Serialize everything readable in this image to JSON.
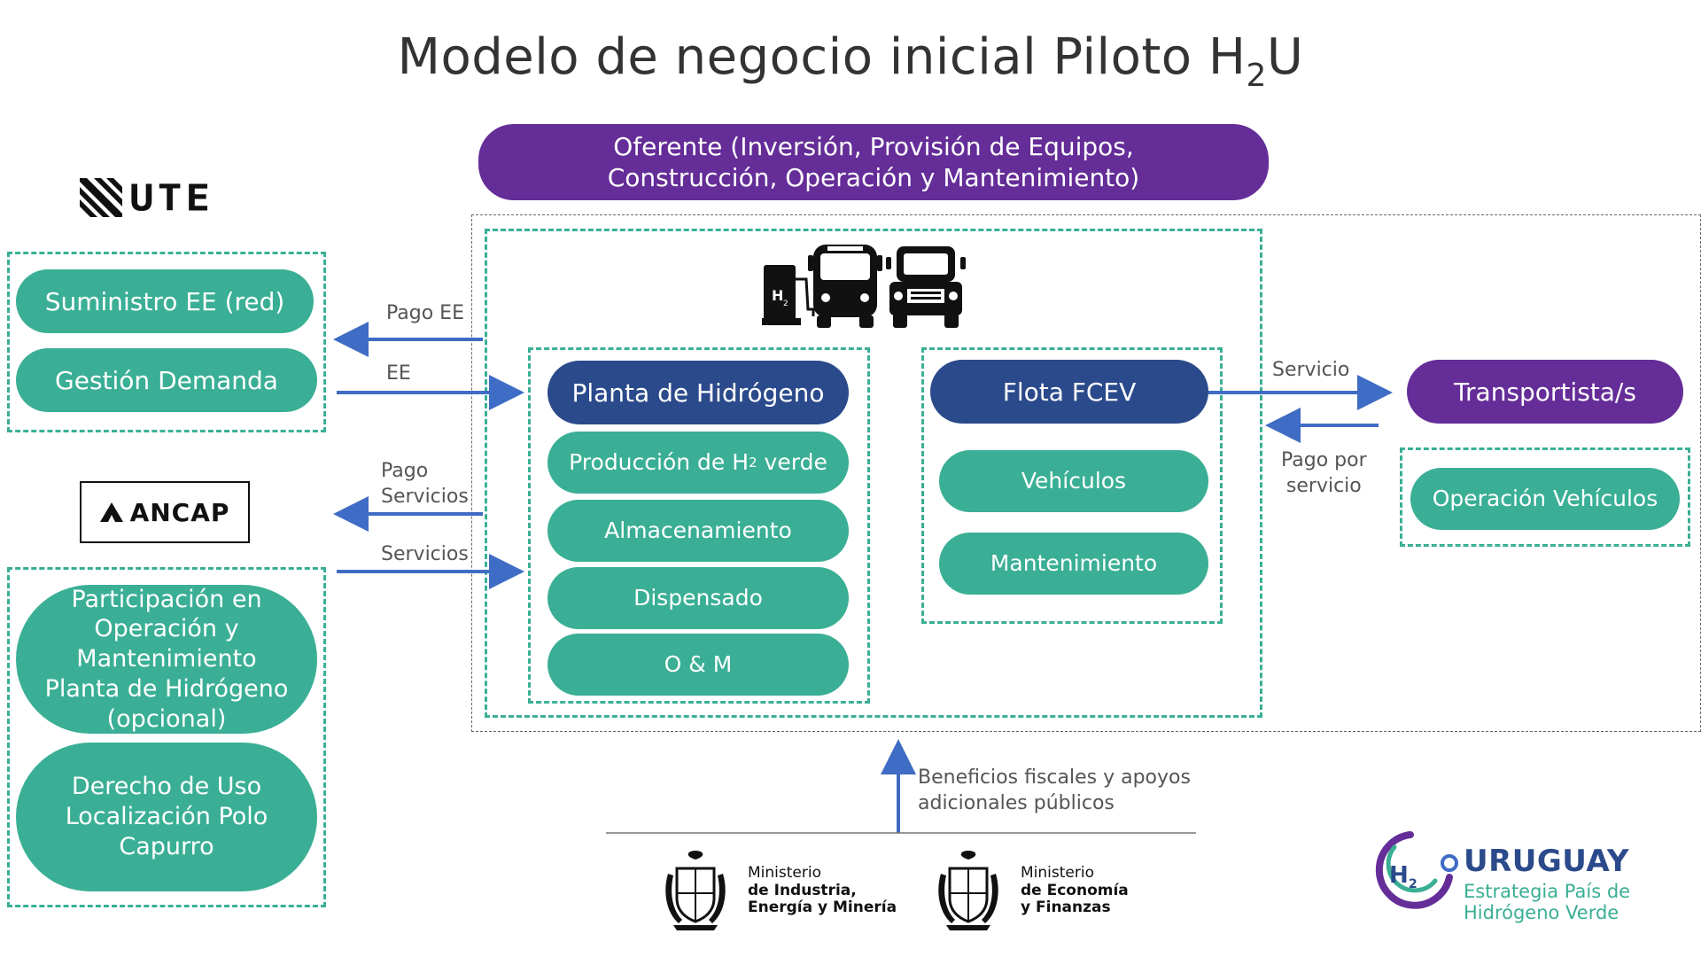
{
  "title": {
    "main": "Modelo de negocio inicial Piloto H",
    "sub": "2",
    "tail": "U"
  },
  "oferente": {
    "line1": "Oferente (Inversión, Provisión de Equipos,",
    "line2": "Construcción, Operación y Mantenimiento)"
  },
  "logos": {
    "ute": "UTE",
    "ancap": "ANCAP",
    "h2_brand": "URUGUAY",
    "h2_line1": "Estrategia País de",
    "h2_line2": "Hidrógeno Verde",
    "h2_badge": "H2"
  },
  "ute_box": {
    "items": [
      "Suministro EE (red)",
      "Gestión Demanda"
    ]
  },
  "ancap_box": {
    "item1": [
      "Participación en",
      "Operación y",
      "Mantenimiento",
      "Planta de Hidrógeno",
      "(opcional)"
    ],
    "item2": [
      "Derecho de Uso",
      "Localización Polo",
      "Capurro"
    ]
  },
  "planta": {
    "header": "Planta de Hidrógeno",
    "prod_a": "Producción de H",
    "prod_sub": "2",
    "prod_b": " verde",
    "items": [
      "Almacenamiento",
      "Dispensado",
      "O & M"
    ]
  },
  "flota": {
    "header": "Flota FCEV",
    "items": [
      "Vehículos",
      "Mantenimiento"
    ]
  },
  "transport": {
    "header": "Transportista/s",
    "item": "Operación Vehículos"
  },
  "arrows": {
    "pago_ee": "Pago EE",
    "ee": "EE",
    "pago_servicios_1": "Pago",
    "pago_servicios_2": "Servicios",
    "servicios": "Servicios",
    "servicio": "Servicio",
    "pago_por_1": "Pago por",
    "pago_por_2": "servicio",
    "beneficios_1": "Beneficios fiscales y apoyos",
    "beneficios_2": "adicionales públicos"
  },
  "ministries": {
    "miem": [
      "Ministerio",
      "de Industria,",
      "Energía y Minería"
    ],
    "mef": [
      "Ministerio",
      "de Economía",
      "y Finanzas"
    ]
  },
  "icons": [
    "h2-pump-icon",
    "bus-icon",
    "truck-icon",
    "ute-stripes-icon",
    "ancap-triangle-icon",
    "coat-of-arms-icon"
  ],
  "colors": {
    "teal": "#3aaf95",
    "navy": "#2b4a8b",
    "purple": "#652d98",
    "arrow": "#3f6cc4"
  }
}
